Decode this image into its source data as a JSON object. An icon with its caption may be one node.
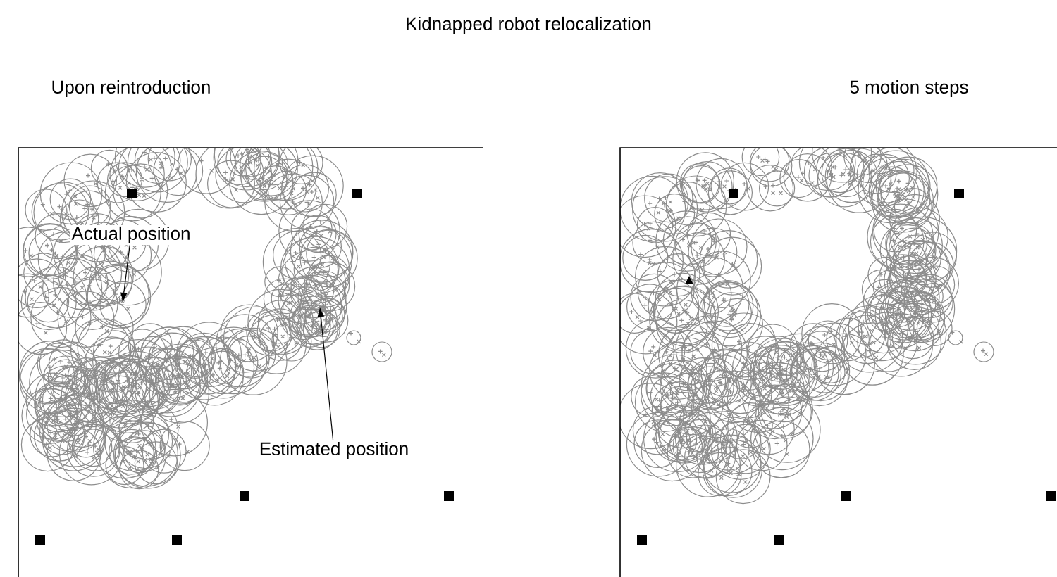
{
  "diagram": {
    "title": "Kidnapped robot relocalization",
    "nodes": [
      {
        "text": [
          "Upon reintroduction"
        ]
      },
      {
        "text": [
          "5 motion steps"
        ]
      },
      {
        "text": [
          "Actual position"
        ],
        "in": 0
      },
      {
        "text": [
          "Estimated position"
        ],
        "in": 0
      }
    ],
    "edges": [
      {
        "from": 2,
        "to": null,
        "arrow": "to"
      },
      {
        "from": 3,
        "to": null,
        "arrow": "to"
      }
    ]
  }
}
